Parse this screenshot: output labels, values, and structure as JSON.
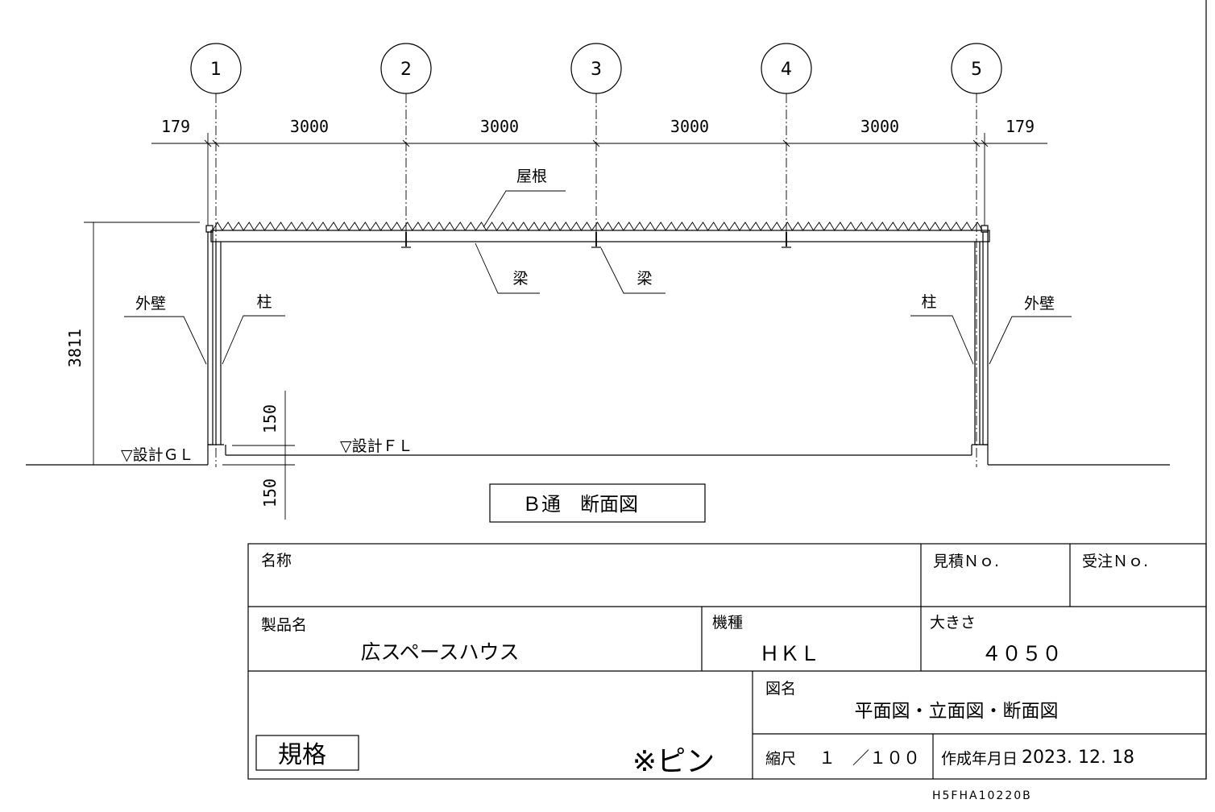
{
  "grid_axes": [
    "1",
    "2",
    "3",
    "4",
    "5"
  ],
  "dimensions": {
    "horizontal": [
      "179",
      "3000",
      "3000",
      "3000",
      "3000",
      "179"
    ],
    "height": "3811",
    "floor_offset_top": "150",
    "floor_offset_bottom": "150"
  },
  "labels": {
    "roof": "屋根",
    "beam_left": "梁",
    "beam_right": "梁",
    "outer_wall_left": "外壁",
    "column_left": "柱",
    "column_right": "柱",
    "outer_wall_right": "外壁",
    "design_gl": "▽設計ＧＬ",
    "design_fl": "▽設計ＦＬ"
  },
  "view_title": "Ｂ通　断面図",
  "title_block": {
    "name_label": "名称",
    "estimate_no_label": "見積Ｎｏ.",
    "order_no_label": "受注Ｎｏ.",
    "product_name_label": "製品名",
    "product_name": "広スペースハウス",
    "model_label": "機種",
    "model": "ＨＫＬ",
    "size_label": "大きさ",
    "size": "４０５０",
    "drawing_name_label": "図名",
    "drawing_name": "平面図・立面図・断面図",
    "spec_label": "規格",
    "pin_note": "※ピン",
    "scale_label": "縮尺",
    "scale": "１　／１００",
    "date_label": "作成年月日",
    "date": "2023. 12. 18"
  },
  "drawing_code": "H5FHA10220B"
}
